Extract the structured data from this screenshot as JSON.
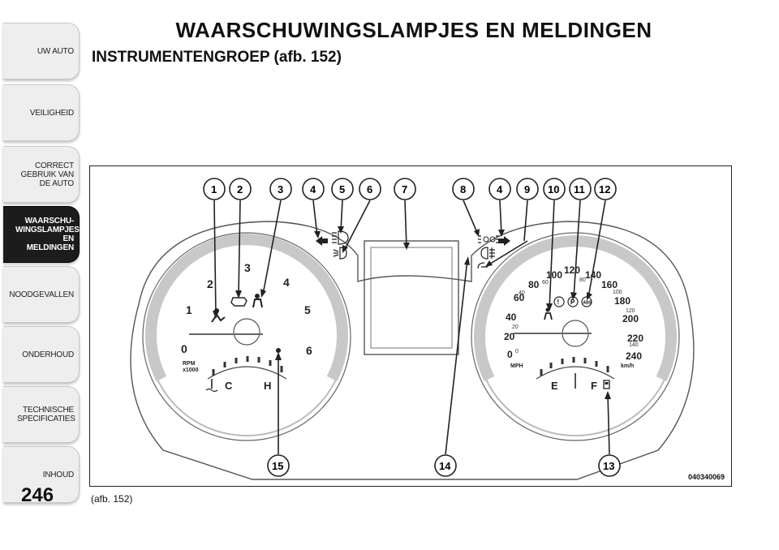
{
  "sidebar": {
    "tabs": [
      {
        "label": "UW AUTO",
        "active": false
      },
      {
        "label": "VEILIGHEID",
        "active": false
      },
      {
        "label": "CORRECT GEBRUIK VAN DE AUTO",
        "active": false
      },
      {
        "label": "WAARSCHU-WINGSLAMPJES EN MELDINGEN",
        "active": true
      },
      {
        "label": "NOODGEVALLEN",
        "active": false
      },
      {
        "label": "ONDERHOUD",
        "active": false
      },
      {
        "label": "TECHNISCHE SPECIFICATIES",
        "active": false
      },
      {
        "label": "INHOUD",
        "active": false
      }
    ]
  },
  "page": {
    "number": "246",
    "title": "WAARSCHUWINGSLAMPJES EN MELDINGEN",
    "subtitle": "INSTRUMENTENGROEP (afb.  152)",
    "caption": "(afb. 152)"
  },
  "figure": {
    "code": "040340069",
    "callouts_top": [
      "1",
      "2",
      "3",
      "4",
      "5",
      "6",
      "7",
      "8",
      "4",
      "9",
      "10",
      "11",
      "12"
    ],
    "callouts_bottom": [
      "15",
      "14",
      "13"
    ],
    "tachometer": {
      "numbers": [
        "0",
        "1",
        "2",
        "3",
        "4",
        "5",
        "6"
      ],
      "label_line1": "RPM",
      "label_line2": "x1000",
      "temp_cold": "C",
      "temp_hot": "H"
    },
    "speedometer": {
      "mph_numbers": [
        "0",
        "20",
        "40",
        "60",
        "80",
        "100",
        "120",
        "140",
        "160",
        "180",
        "200",
        "220",
        "240"
      ],
      "kmh_small": [
        "0",
        "20",
        "40",
        "60",
        "80",
        "100",
        "120",
        "140"
      ],
      "unit_mph": "MPH",
      "unit_kmh": "km/h",
      "fuel_empty": "E",
      "fuel_full": "F",
      "warning_icons": [
        "(!)",
        "(P)",
        "(ABS)"
      ]
    }
  },
  "colors": {
    "active_tab": "#1c1c1c",
    "inactive_tab": "#eeeeee",
    "gauge_ring": "#c8c8c8",
    "callout_fill": "#ffffff"
  }
}
